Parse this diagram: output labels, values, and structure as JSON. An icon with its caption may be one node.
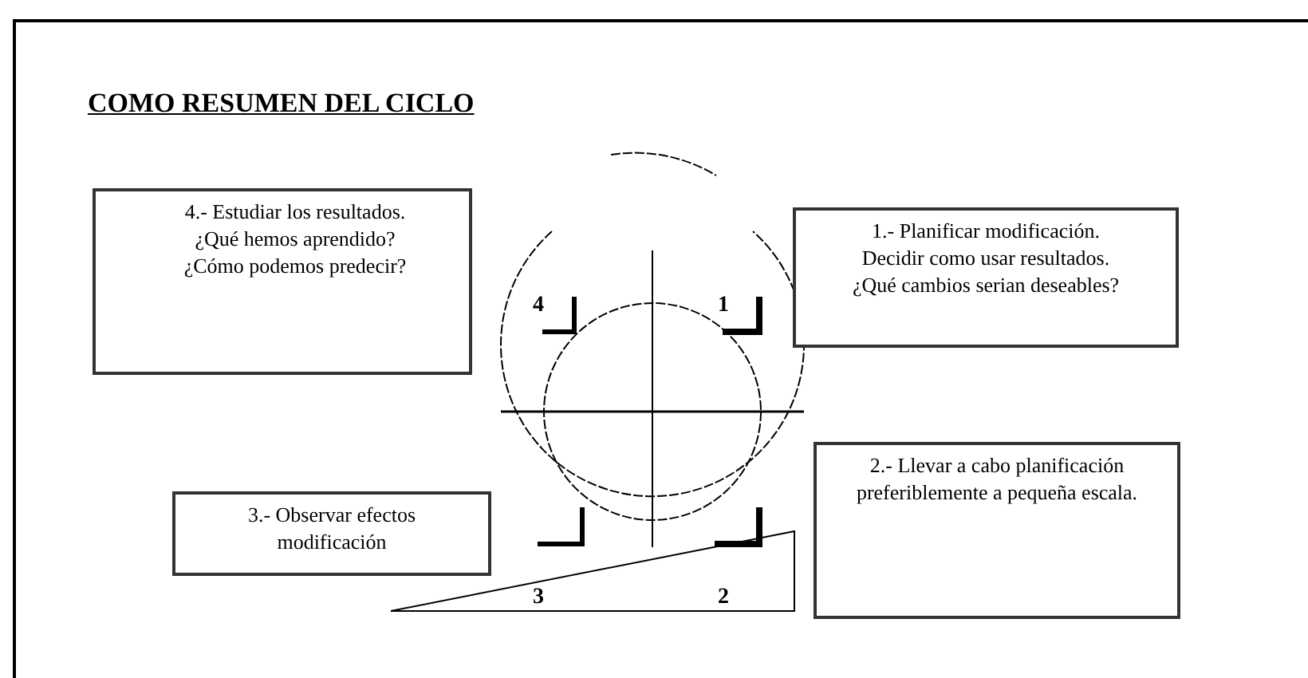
{
  "diagram": {
    "title": "COMO RESUMEN DEL CICLO",
    "nodes": [
      {
        "text": [
          "4.- Estudiar los resultados.",
          "¿Qué hemos aprendido?",
          "¿Cómo podemos predecir?"
        ]
      },
      {
        "text": [
          "1.- Planificar modificación.",
          "Decidir como usar resultados.",
          "¿Qué cambios serian deseables?"
        ]
      },
      {
        "text": [
          "2.- Llevar a cabo planificación preferiblemente a pequeña escala."
        ]
      },
      {
        "text": [
          "3.- Observar efectos modificación"
        ]
      }
    ],
    "labels": [
      "4",
      "1",
      "3",
      "2"
    ]
  }
}
